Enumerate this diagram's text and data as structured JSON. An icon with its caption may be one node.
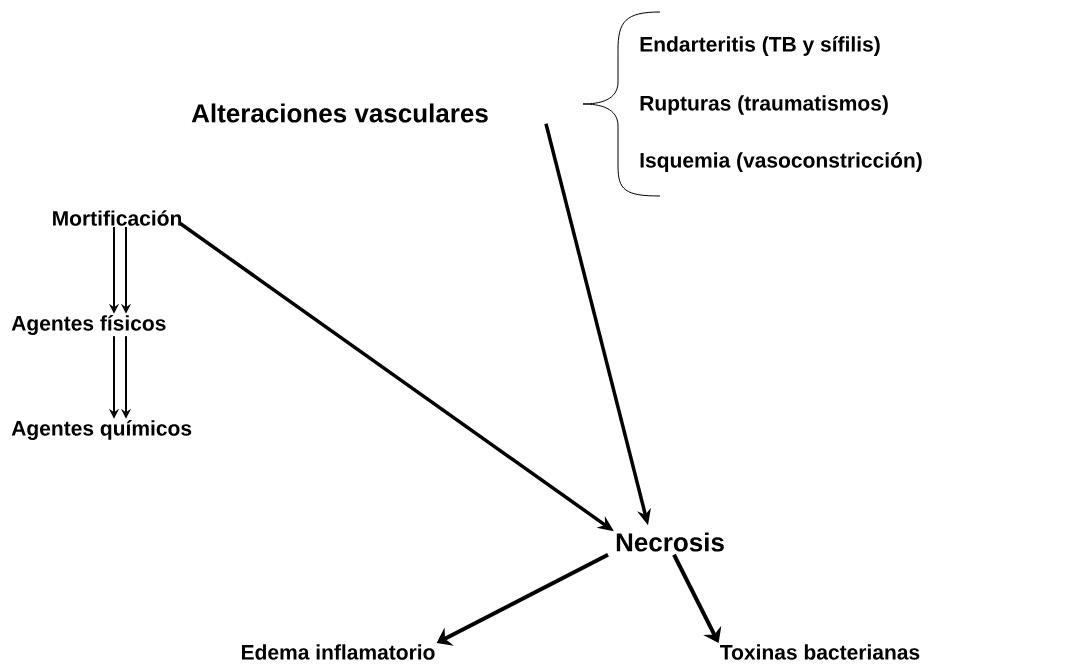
{
  "diagram": {
    "nodes": [
      {
        "text": [
          "Alteraciones vasculares"
        ]
      },
      {
        "text": [
          "Endarteritis (TB y sífilis)"
        ]
      },
      {
        "text": [
          "Rupturas (traumatismos)"
        ]
      },
      {
        "text": [
          "Isquemia (vasoconstricción)"
        ]
      },
      {
        "text": [
          "Mortificación"
        ]
      },
      {
        "text": [
          "Agentes físicos"
        ]
      },
      {
        "text": [
          "Agentes químicos"
        ]
      },
      {
        "text": [
          "Necrosis"
        ]
      },
      {
        "text": [
          "Edema inflamatorio"
        ]
      },
      {
        "text": [
          "Toxinas bacterianas"
        ]
      }
    ],
    "edges": [
      {
        "from": 0,
        "to": 7,
        "arrow": "to"
      },
      {
        "from": 4,
        "to": 7,
        "arrow": "to"
      },
      {
        "from": 4,
        "to": 5,
        "arrow": "to"
      },
      {
        "from": 5,
        "to": 6,
        "arrow": "to"
      },
      {
        "from": 7,
        "to": 8,
        "arrow": "to"
      },
      {
        "from": 7,
        "to": 9,
        "arrow": "to"
      }
    ]
  }
}
